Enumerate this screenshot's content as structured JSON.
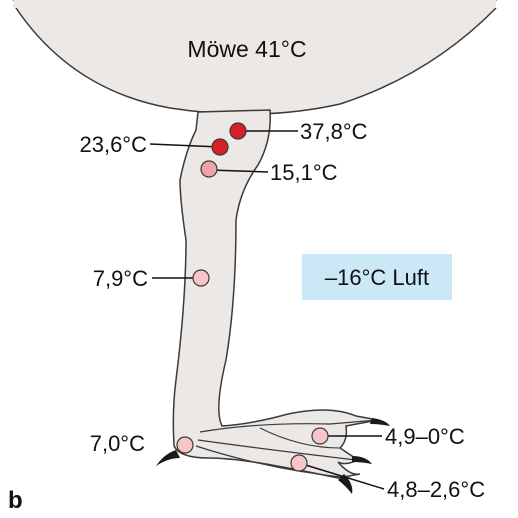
{
  "figure": {
    "panel_letter": "b",
    "body_label": "Möwe 41°C",
    "air_label": "–16°C Luft",
    "measurements": [
      {
        "id": "m1",
        "label": "37,8°C",
        "level": "hot"
      },
      {
        "id": "m2",
        "label": "23,6°C",
        "level": "hot"
      },
      {
        "id": "m3",
        "label": "15,1°C",
        "level": "warm"
      },
      {
        "id": "m4",
        "label": "7,9°C",
        "level": "cool"
      },
      {
        "id": "m5",
        "label": "7,0°C",
        "level": "cool"
      },
      {
        "id": "m6",
        "label": "4,9–0°C",
        "level": "cool"
      },
      {
        "id": "m7",
        "label": "4,8–2,6°C",
        "level": "cool"
      }
    ]
  },
  "colors": {
    "body_fill": "#ebe8e6",
    "outline": "#3a3a3a",
    "hot": "#d81f26",
    "warm": "#f2a3a8",
    "cool": "#f7c5c8",
    "air_box": "#cce7f5",
    "claw": "#1a1a1a"
  }
}
